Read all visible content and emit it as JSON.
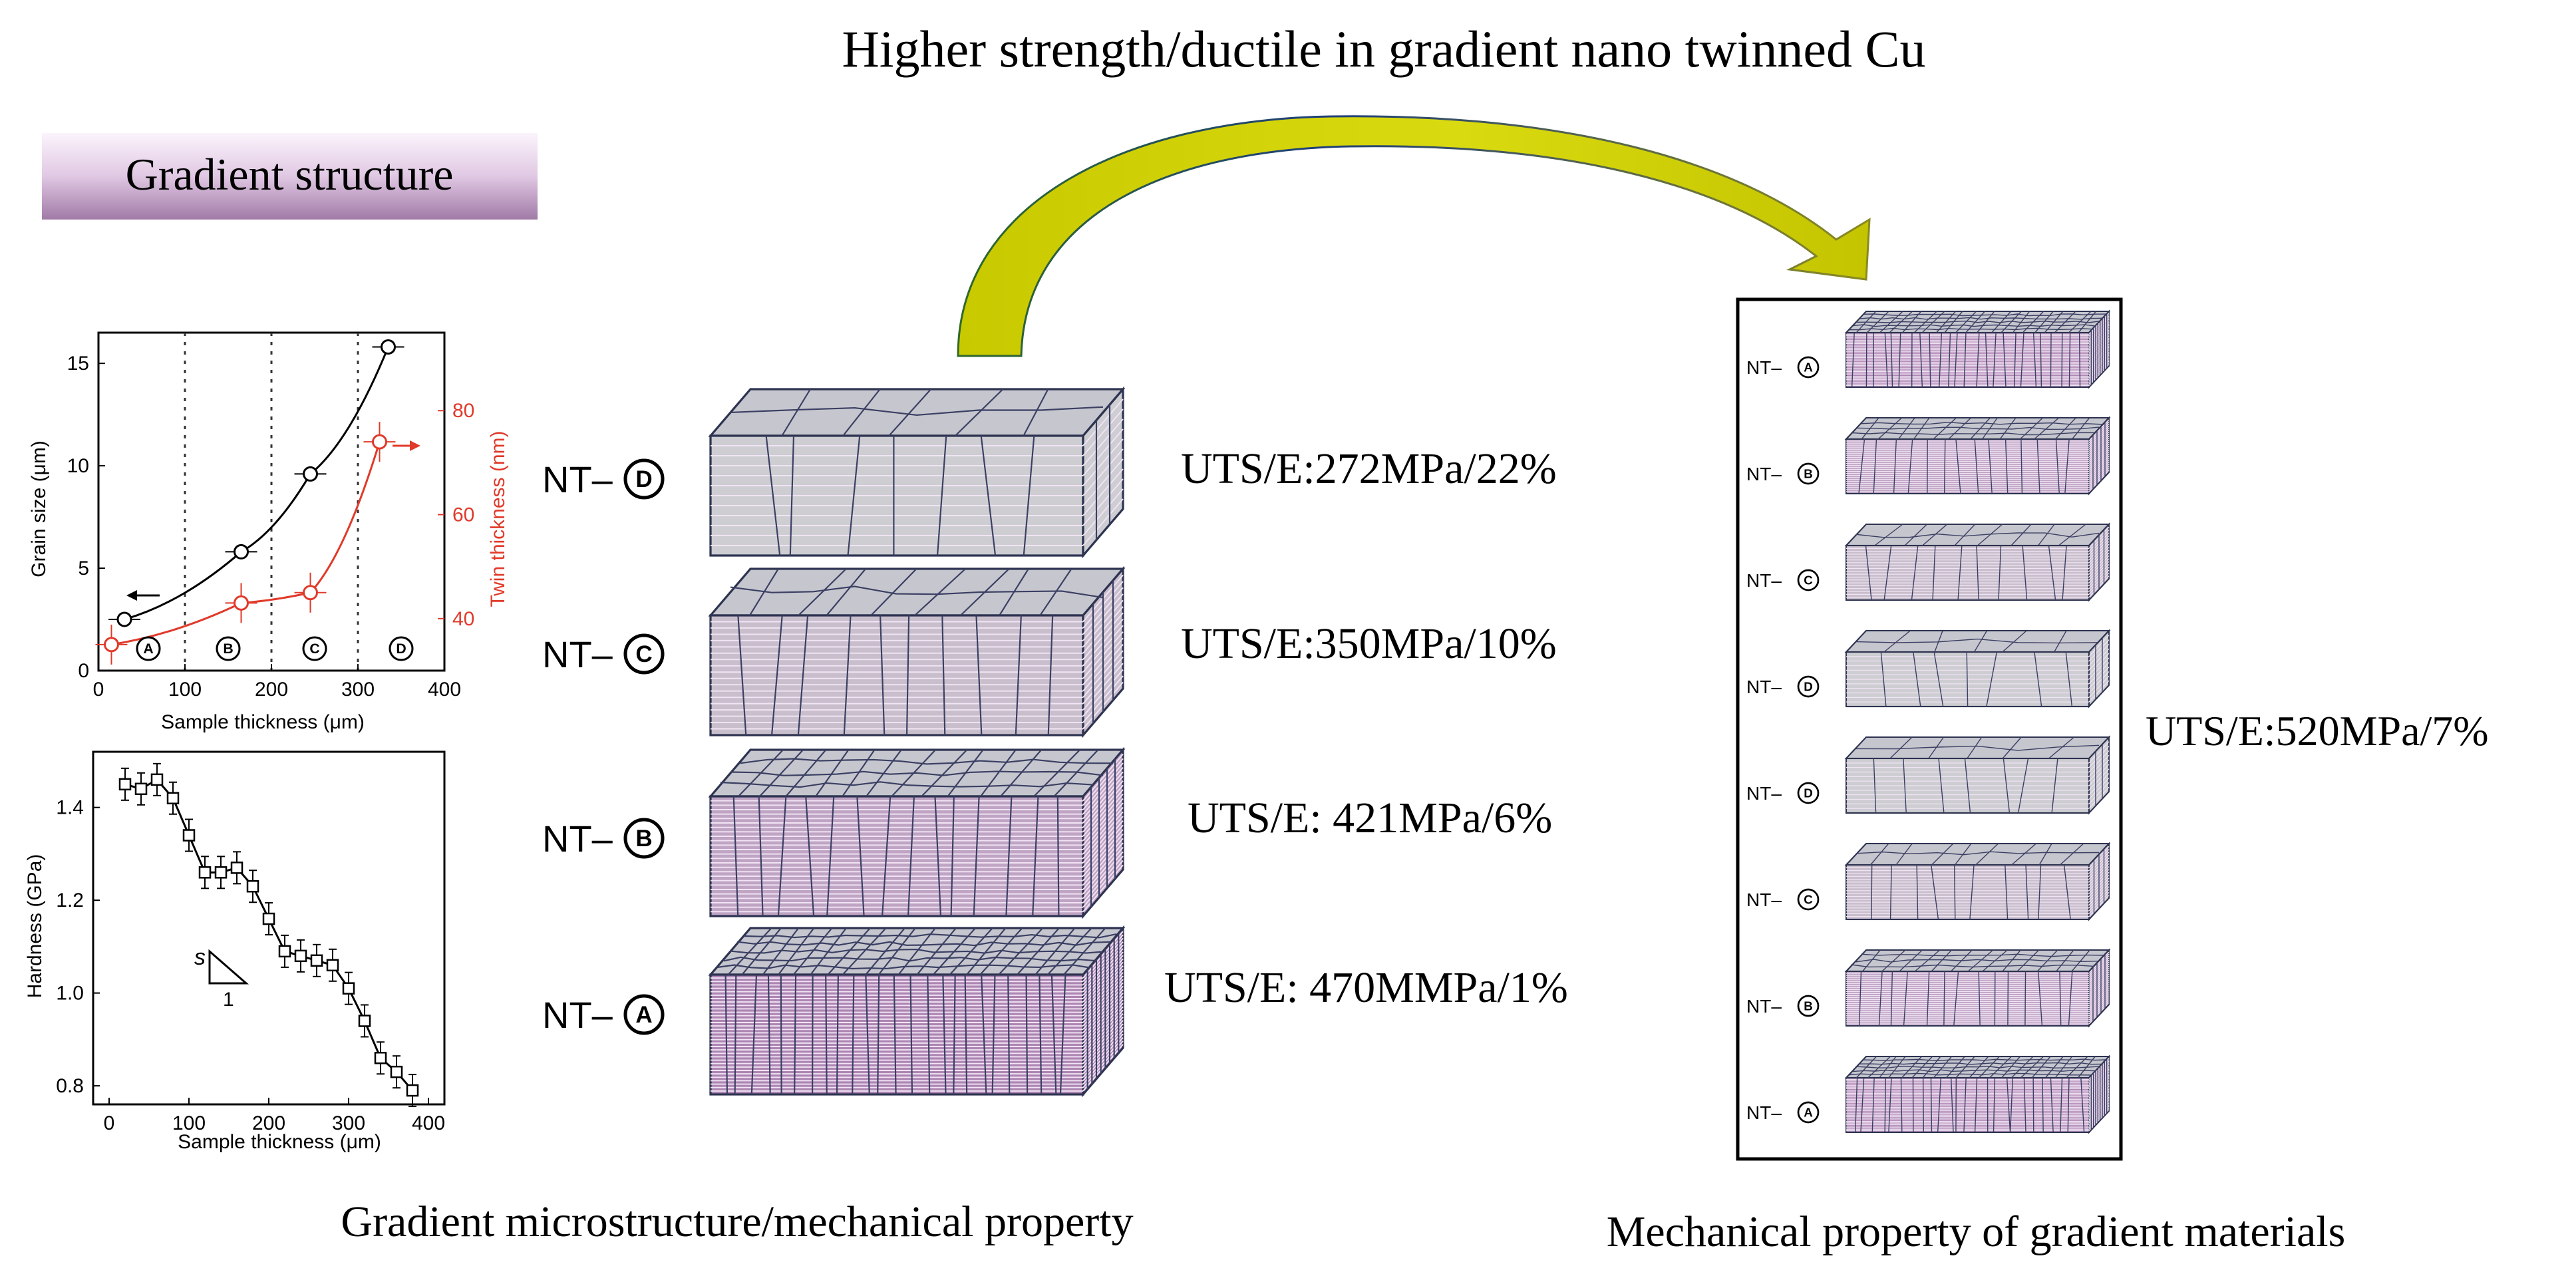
{
  "title": "Higher strength/ductile in gradient nano twinned Cu",
  "section_label": "Gradient structure",
  "captions": {
    "left": "Gradient microstructure/mechanical property",
    "right": "Mechanical property of gradient materials"
  },
  "layers": [
    {
      "label": "NT–",
      "letter": "D",
      "property": "UTS/E:272MPa/22%",
      "density": "coarse"
    },
    {
      "label": "NT–",
      "letter": "C",
      "property": "UTS/E:350MPa/10%",
      "density": "medium"
    },
    {
      "label": "NT–",
      "letter": "B",
      "property": "UTS/E: 421MPa/6%",
      "density": "fine"
    },
    {
      "label": "NT–",
      "letter": "A",
      "property": "UTS/E: 470MMPa/1%",
      "density": "finest"
    }
  ],
  "stack": {
    "letters": [
      "A",
      "B",
      "C",
      "D",
      "D",
      "C",
      "B",
      "A"
    ],
    "label": "NT–",
    "property": "UTS/E:520MPa/7%"
  },
  "colors": {
    "arrow_fill": "#c8c800",
    "arrow_edge": "#1f3f7a",
    "twin_line": "#d5a9d8",
    "block_purple": "#b48ab8",
    "block_grey": "#c8c8cc",
    "red_series": "#e03a2a"
  },
  "chart_data": [
    {
      "type": "line",
      "xlabel": "Sample thickness (μm)",
      "ylabel": "Grain size (μm)",
      "y2label": "Twin thickness (nm)",
      "xlim": [
        0,
        400
      ],
      "ylim": [
        0,
        16.5
      ],
      "y2lim": [
        30,
        95
      ],
      "xticks": [
        "0",
        "100",
        "200",
        "300",
        "400"
      ],
      "yticks": [
        "0",
        "5",
        "10",
        "15"
      ],
      "y2ticks": [
        "40",
        "60",
        "80"
      ],
      "zone_dividers": [
        100,
        200,
        300
      ],
      "zone_labels": [
        "A",
        "B",
        "C",
        "D"
      ],
      "series": [
        {
          "axis": "left",
          "color": "#000000",
          "x": [
            30,
            165,
            245,
            335
          ],
          "y": [
            2.5,
            5.8,
            9.6,
            15.8
          ]
        },
        {
          "axis": "right",
          "color": "#e03a2a",
          "x": [
            15,
            165,
            245,
            325
          ],
          "y": [
            35,
            43,
            45,
            74
          ]
        }
      ]
    },
    {
      "type": "line",
      "xlabel": "Sample thickness (μm)",
      "ylabel": "Hardness (GPa)",
      "xlim": [
        -20,
        420
      ],
      "ylim": [
        0.76,
        1.52
      ],
      "xticks": [
        "0",
        "100",
        "200",
        "300",
        "400"
      ],
      "yticks": [
        "0.8",
        "1.0",
        "1.2",
        "1.4"
      ],
      "annotation": {
        "s": "s",
        "n": "1"
      },
      "series": [
        {
          "color": "#000000",
          "x": [
            20,
            40,
            60,
            80,
            100,
            120,
            140,
            160,
            180,
            200,
            220,
            240,
            260,
            280,
            300,
            320,
            340,
            360,
            380
          ],
          "y": [
            1.45,
            1.44,
            1.46,
            1.42,
            1.34,
            1.26,
            1.26,
            1.27,
            1.23,
            1.16,
            1.09,
            1.08,
            1.07,
            1.06,
            1.01,
            0.94,
            0.86,
            0.83,
            0.79
          ]
        }
      ]
    }
  ]
}
